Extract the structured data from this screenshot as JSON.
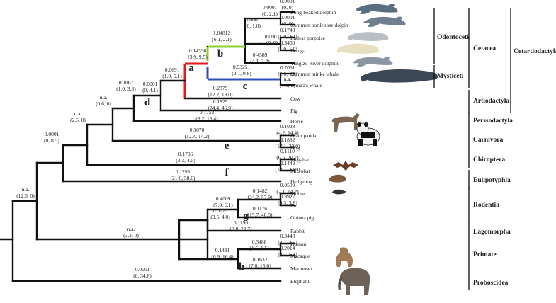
{
  "colors": {
    "branch": "#111111",
    "branch_a": "#e41a1c",
    "branch_b": "#8fd134",
    "branch_c": "#2f4fb8"
  },
  "taxa": [
    "Long-beaked dolphin",
    "Common bottlenose dolpin",
    "Finless porpoise",
    "Beluga",
    "Yangtze River dolphin",
    "Common minke whale",
    "Omura's whale",
    "Cow",
    "Pig",
    "Horse",
    "Giant panda",
    "Dog",
    "Megabat",
    "Microbat",
    "Hedgehog",
    "Mouse",
    "Rat",
    "Guinea pig",
    "Rabbit",
    "Human",
    "Macaque",
    "Marmoset",
    "Elephant"
  ],
  "branch_labels": [
    {
      "id": "long-beaked-dolphin",
      "omega": "0.0001",
      "ci": "(0, 0)"
    },
    {
      "id": "dolphin-clade",
      "omega": "0.0001",
      "ci": "(0, 2.1)"
    },
    {
      "id": "bottlenose",
      "omega": "0.0001",
      "ci": "(0, 0)"
    },
    {
      "id": "delphinoid",
      "omega": "0.0001",
      "ci": "(0, 1.0)"
    },
    {
      "id": "porpoise-beluga",
      "omega": "0.0001",
      "ci": "(0, 0)"
    },
    {
      "id": "finless-porpoise",
      "omega": "0.1743",
      "ci": "(1.0, 2.1)"
    },
    {
      "id": "beluga",
      "omega": "0.3460",
      "ci": "(1.0, 1.0)"
    },
    {
      "id": "odontoceti",
      "omega": "1.04812",
      "ci": "(6.1, 2.1)"
    },
    {
      "id": "yangtze",
      "omega": "0.4589",
      "ci": "(4.1, 3.2)"
    },
    {
      "id": "cetacea",
      "omega": "0.14336",
      "ci": "(3.9, 9.5)"
    },
    {
      "id": "mysticeti",
      "omega": "0.93251",
      "ci": "(2.1, 0.8)"
    },
    {
      "id": "minke",
      "omega": "0.7061",
      "ci": "(2.0, 1.0)"
    },
    {
      "id": "omura",
      "omega": "n.a.",
      "ci": "(1.0, 0)"
    },
    {
      "id": "whippomorpha",
      "omega": "0.0691",
      "ci": "(1.0, 5.1)"
    },
    {
      "id": "cow",
      "omega": "0.2379",
      "ci": "(12.2, 18.0)"
    },
    {
      "id": "ruminantia",
      "omega": "0.0001",
      "ci": "(0, 4.1)"
    },
    {
      "id": "pig",
      "omega": "0.1825",
      "ci": "(24.4, 46.9)"
    },
    {
      "id": "cetartiodactyla",
      "omega": "0.1067",
      "ci": "(1.0, 3.3)"
    },
    {
      "id": "horse",
      "omega": "0.1752",
      "ci": "(8.2, 16.4)"
    },
    {
      "id": "fereuungulata",
      "omega": "n.a.",
      "ci": "(0.6, 0)"
    },
    {
      "id": "carnivora",
      "omega": "0.3070",
      "ci": "(12.4, 14.2)"
    },
    {
      "id": "giant-panda",
      "omega": "0.1028",
      "ci": "(4.2, 14.4)"
    },
    {
      "id": "dog",
      "omega": "0.1882",
      "ci": "(17.1, 32.0)"
    },
    {
      "id": "scrotifera",
      "omega": "n.a.",
      "ci": "(2.5, 0)"
    },
    {
      "id": "chiroptera",
      "omega": "0.1796",
      "ci": "(2.3, 4.5)"
    },
    {
      "id": "megabat",
      "omega": "0.1110",
      "ci": "(6.5, 20.7)"
    },
    {
      "id": "microbat",
      "omega": "0.1449",
      "ci": "(18.1, 43.9)"
    },
    {
      "id": "laurasiatheria",
      "omega": "0.0001",
      "ci": "(0, 8.5)"
    },
    {
      "id": "hedgehog",
      "omega": "0.1295",
      "ci": "(21.6, 58.6)"
    },
    {
      "id": "mouse",
      "omega": "0.0509",
      "ci": "(2.1, 14.2)"
    },
    {
      "id": "murinae",
      "omega": "0.1482",
      "ci": "(24.2, 57.9)"
    },
    {
      "id": "rat",
      "omega": "0.3927",
      "ci": "(4.3, 3.8)"
    },
    {
      "id": "rodentia",
      "omega": "0.4009",
      "ci": "(7.0, 6.1)"
    },
    {
      "id": "guinea-pig",
      "omega": "0.1176",
      "ci": "(15.7, 46.9)"
    },
    {
      "id": "glires",
      "omega": "0.3075",
      "ci": "(3.5, 4.0)"
    },
    {
      "id": "rabbit",
      "omega": "0.1196",
      "ci": "(9.8, 28.7)"
    },
    {
      "id": "human",
      "omega": "0.3448",
      "ci": "(3.1, 3.2)"
    },
    {
      "id": "catarrhini",
      "omega": "0.3488",
      "ci": "(1.5, 1.5)"
    },
    {
      "id": "macaque",
      "omega": "0.2014",
      "ci": "(3.1, 5.4)"
    },
    {
      "id": "primate",
      "omega": "0.1481",
      "ci": "(6.9, 16.4)"
    },
    {
      "id": "marmoset",
      "omega": "0.1632",
      "ci": "(7.0, 15.0)"
    },
    {
      "id": "euarchontoglires",
      "omega": "n.a.",
      "ci": "(3.3, 0)"
    },
    {
      "id": "boreoeutheria",
      "omega": "n.a.",
      "ci": "(12.6, 0)"
    },
    {
      "id": "elephant",
      "omega": "0.0001",
      "ci": "(0, 34.8)"
    }
  ],
  "segment_labels": [
    "a",
    "b",
    "c",
    "d",
    "e",
    "f",
    "g",
    "h"
  ],
  "groups": {
    "suborders": [
      "Odontoceti",
      "Mysticeti"
    ],
    "orders": [
      "Cetacea",
      "Artiodactyla",
      "Perssodactyla",
      "Carnivora",
      "Chiroptera",
      "Eulipotyphla",
      "Rodentia",
      "Lagomorpha",
      "Primate",
      "Proboscidea"
    ],
    "superorder": "Cetartiodactyla"
  },
  "animal_icons": [
    "dolphin-icon",
    "bottlenose-dolphin-icon",
    "finless-porpoise-icon",
    "beluga-icon",
    "yangtze-dolphin-icon",
    "minke-whale-icon",
    "horse-icon",
    "panda-icon",
    "bat-icon",
    "hedgehog-icon",
    "mouse-icon",
    "macaque-icon",
    "elephant-icon"
  ]
}
